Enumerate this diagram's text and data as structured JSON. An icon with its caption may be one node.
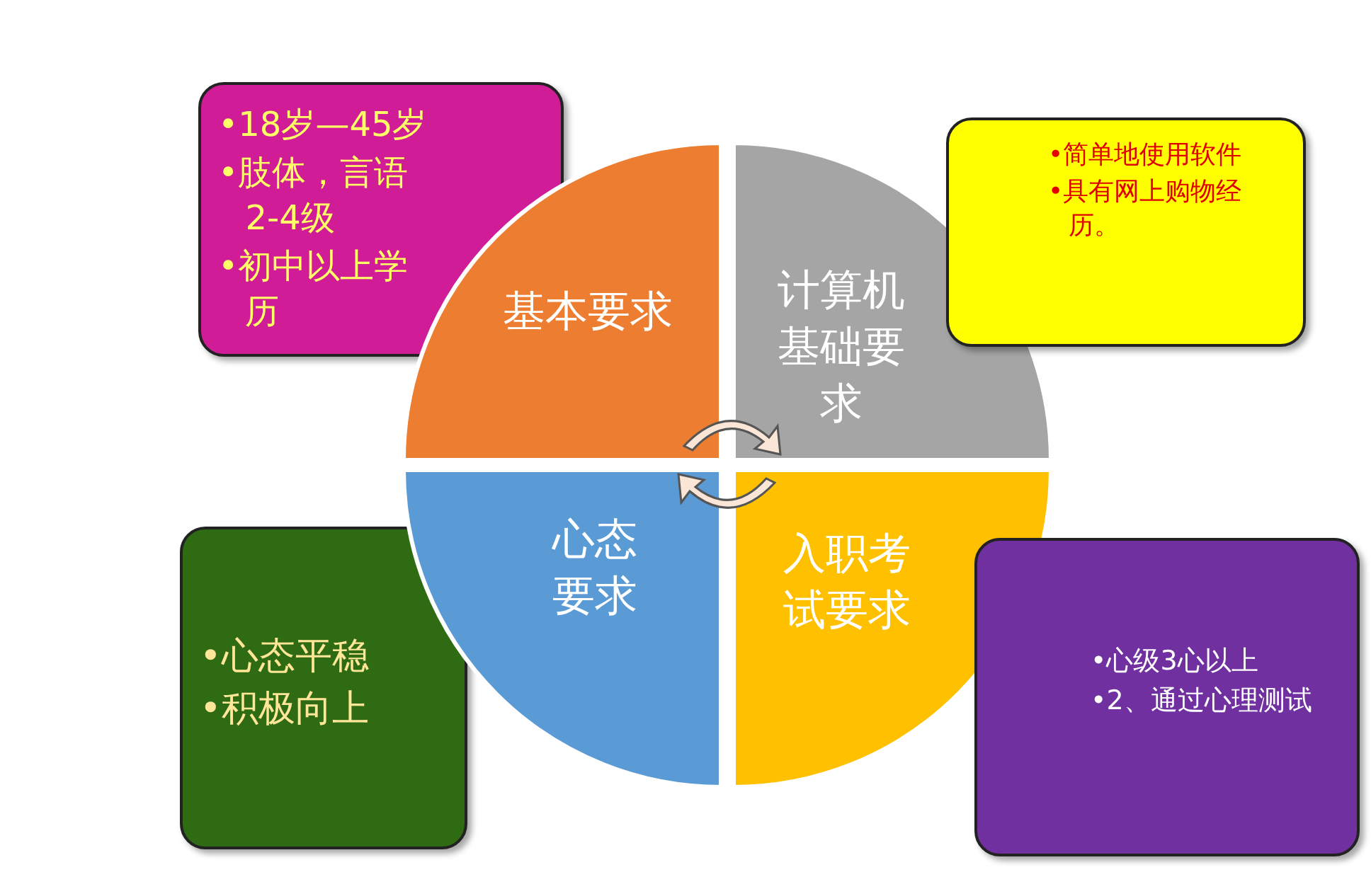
{
  "diagram": {
    "nodes": [
      {
        "text": [
          "•18岁—45岁",
          "•肢体，言语2-4级",
          "•初中以上学历"
        ]
      },
      {
        "text": [
          "基本要求"
        ]
      },
      {
        "text": [
          "计算机基础要求"
        ]
      },
      {
        "text": [
          "•简单地使用软件",
          "•具有网上购物经历。"
        ]
      },
      {
        "text": [
          "•心态平稳",
          "•积极向上"
        ]
      },
      {
        "text": [
          "心态要求"
        ]
      },
      {
        "text": [
          "入职考试要求"
        ]
      },
      {
        "text": [
          "•心级3心以上",
          "•2、通过心理测试"
        ]
      }
    ]
  }
}
